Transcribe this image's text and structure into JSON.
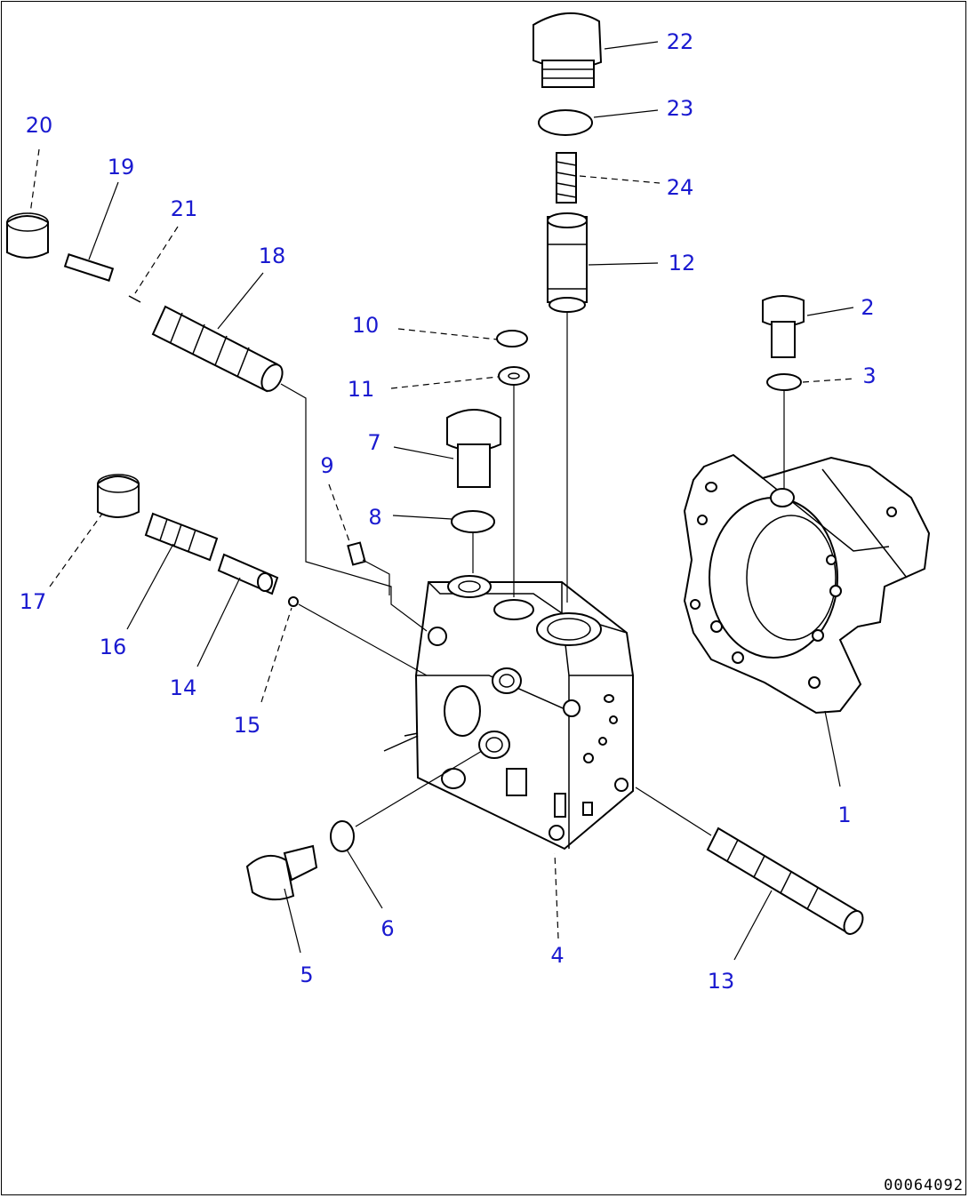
{
  "labels": [
    "1",
    "2",
    "3",
    "4",
    "5",
    "6",
    "7",
    "8",
    "9",
    "10",
    "11",
    "12",
    "13",
    "14",
    "15",
    "16",
    "17",
    "18",
    "19",
    "20",
    "21",
    "22",
    "23",
    "24"
  ],
  "drawing_code": "00064092",
  "colors": {
    "label": "#1a1ad0",
    "line": "#000000",
    "background": "#ffffff"
  }
}
